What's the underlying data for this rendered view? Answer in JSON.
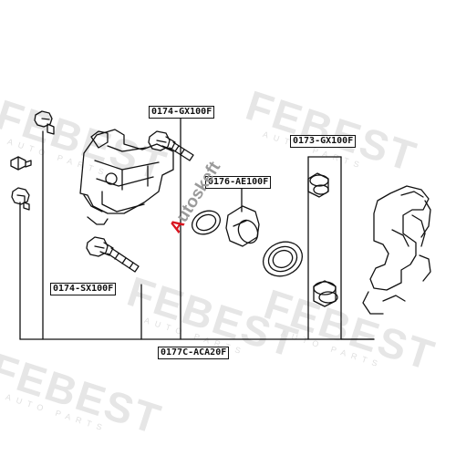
{
  "watermark": {
    "brand": "FEBEST",
    "subline": "AUTO PARTS",
    "site_prefix": "A",
    "site_rest": "utoskeft"
  },
  "labels": {
    "bolt_top": "0174-GX100F",
    "boot": "0173-GX100F",
    "piston_seal": "0176-AE100F",
    "bolt_lower": "0174-SX100F",
    "kit": "0177C-ACA20F"
  }
}
